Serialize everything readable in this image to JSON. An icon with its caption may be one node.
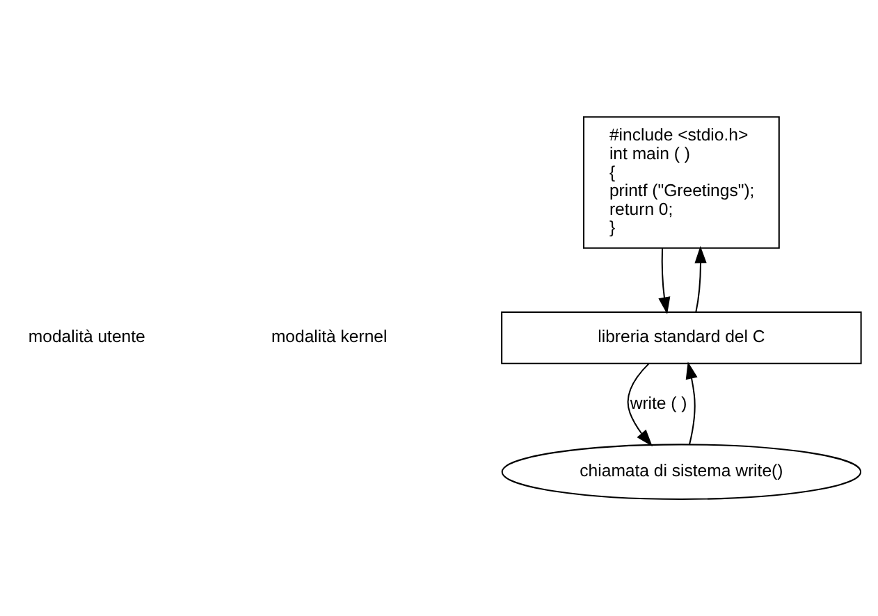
{
  "diagram": {
    "nodes": [
      {
        "text": [
          "#include <stdio.h>",
          "int main ( )",
          "{",
          "printf (\"Greetings\");",
          "return 0;",
          "}"
        ]
      },
      {
        "text": [
          "libreria standard del C"
        ]
      },
      {
        "text": [
          "chiamata di sistema write()"
        ]
      }
    ],
    "edges": [
      {
        "from": 0,
        "to": 1,
        "arrow": "to"
      },
      {
        "from": 1,
        "to": 0,
        "arrow": "to"
      },
      {
        "from": 1,
        "to": 2,
        "arrow": "to",
        "label": "write ( )"
      },
      {
        "from": 2,
        "to": 1,
        "arrow": "to"
      }
    ],
    "labels": [
      "modalità utente",
      "modalità kernel"
    ]
  }
}
